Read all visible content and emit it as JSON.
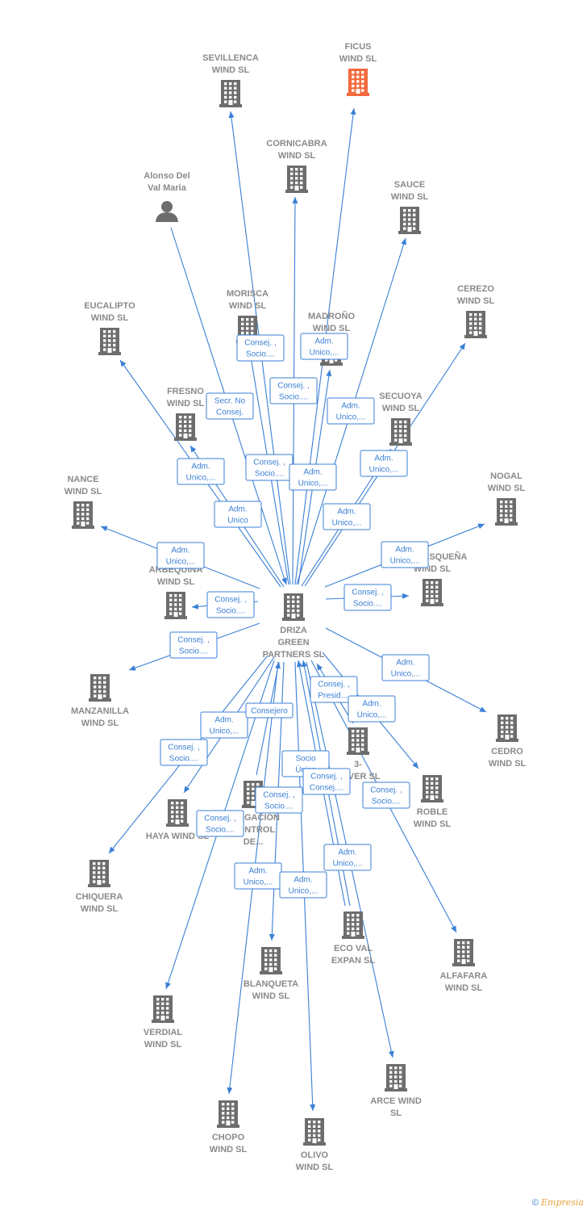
{
  "colors": {
    "edge": "#3a7fd5",
    "node": "#6d6d6d",
    "highlight": "#f26a3d",
    "label": "#8a8a8a"
  },
  "center": {
    "id": "driza",
    "lines": [
      "DRIZA",
      "GREEN",
      "PARTNERS  SL"
    ],
    "icon": "building-icon"
  },
  "nodes": [
    {
      "id": "sevillenca",
      "lines": [
        "SEVILLENCA",
        "WIND  SL"
      ],
      "icon": "building-icon"
    },
    {
      "id": "ficus",
      "lines": [
        "FICUS",
        "WIND  SL"
      ],
      "icon": "building-icon",
      "highlight": true
    },
    {
      "id": "cornicabra",
      "lines": [
        "CORNICABRA",
        "WIND  SL"
      ],
      "icon": "building-icon"
    },
    {
      "id": "alonso",
      "lines": [
        "Alonso Del",
        "Val Maria"
      ],
      "icon": "person-icon"
    },
    {
      "id": "sauce",
      "lines": [
        "SAUCE",
        "WIND  SL"
      ],
      "icon": "building-icon"
    },
    {
      "id": "morisca",
      "lines": [
        "MORISCA",
        "WIND  SL"
      ],
      "icon": "building-icon"
    },
    {
      "id": "madrono",
      "lines": [
        "MADROÑO",
        "WIND  SL"
      ],
      "icon": "building-icon"
    },
    {
      "id": "cerezo",
      "lines": [
        "CEREZO",
        "WIND  SL"
      ],
      "icon": "building-icon"
    },
    {
      "id": "eucalipto",
      "lines": [
        "EUCALIPTO",
        "WIND  SL"
      ],
      "icon": "building-icon"
    },
    {
      "id": "fresno",
      "lines": [
        "FRESNO",
        "WIND  SL"
      ],
      "icon": "building-icon"
    },
    {
      "id": "secuoya",
      "lines": [
        "SECUOYA",
        "WIND  SL"
      ],
      "icon": "building-icon"
    },
    {
      "id": "nance",
      "lines": [
        "NANCE",
        "WIND  SL"
      ],
      "icon": "building-icon"
    },
    {
      "id": "nogal",
      "lines": [
        "NOGAL",
        "WIND  SL"
      ],
      "icon": "building-icon"
    },
    {
      "id": "arbequina",
      "lines": [
        "ARBEQUINA",
        "WIND  SL"
      ],
      "icon": "building-icon"
    },
    {
      "id": "carrasquena",
      "lines": [
        "CARRASQUEÑA",
        "WIND  SL"
      ],
      "icon": "building-icon"
    },
    {
      "id": "manzanilla",
      "lines": [
        "MANZANILLA",
        "WIND  SL"
      ],
      "icon": "building-icon"
    },
    {
      "id": "cedro",
      "lines": [
        "CEDRO",
        "WIND  SL"
      ],
      "icon": "building-icon"
    },
    {
      "id": "enver",
      "lines": [
        "3-",
        "ENVER SL"
      ],
      "icon": "building-icon"
    },
    {
      "id": "roble",
      "lines": [
        "ROBLE",
        "WIND  SL"
      ],
      "icon": "building-icon"
    },
    {
      "id": "haya",
      "lines": [
        "HAYA WIND  SL"
      ],
      "icon": "building-icon"
    },
    {
      "id": "mitigacion",
      "lines": [
        "MITIGACION",
        "CONTROL",
        "DE..."
      ],
      "icon": "building-icon"
    },
    {
      "id": "chiquera",
      "lines": [
        "CHIQUERA",
        "WIND  SL"
      ],
      "icon": "building-icon"
    },
    {
      "id": "ecoval",
      "lines": [
        "ECO VAL",
        "EXPAN  SL"
      ],
      "icon": "building-icon"
    },
    {
      "id": "alfafara",
      "lines": [
        "ALFAFARA",
        "WIND  SL"
      ],
      "icon": "building-icon"
    },
    {
      "id": "blanqueta",
      "lines": [
        "BLANQUETA",
        "WIND  SL"
      ],
      "icon": "building-icon"
    },
    {
      "id": "verdial",
      "lines": [
        "VERDIAL",
        "WIND  SL"
      ],
      "icon": "building-icon"
    },
    {
      "id": "arce",
      "lines": [
        "ARCE WIND",
        "SL"
      ],
      "icon": "building-icon"
    },
    {
      "id": "chopo",
      "lines": [
        "CHOPO",
        "WIND  SL"
      ],
      "icon": "building-icon"
    },
    {
      "id": "olivo",
      "lines": [
        "OLIVO",
        "WIND  SL"
      ],
      "icon": "building-icon"
    }
  ],
  "edges": [
    {
      "to": "sevillenca",
      "lines": [
        "Consej. ,",
        "Socio...."
      ]
    },
    {
      "to": "ficus",
      "lines": [
        "Adm.",
        "Unico,..."
      ]
    },
    {
      "to": "cornicabra",
      "lines": [
        "Consej. ,",
        "Socio...."
      ]
    },
    {
      "to": "alonso",
      "reverse": true,
      "lines": [
        "Secr.  No",
        "Consej."
      ]
    },
    {
      "to": "sauce",
      "lines": [
        "Adm.",
        "Unico,..."
      ]
    },
    {
      "to": "morisca",
      "lines": [
        "Consej. ,",
        "Socio...."
      ]
    },
    {
      "to": "madrono",
      "lines": [
        "Adm.",
        "Unico,..."
      ]
    },
    {
      "to": "cerezo",
      "lines": [
        "Adm.",
        "Unico,..."
      ]
    },
    {
      "to": "eucalipto",
      "lines": [
        "Adm.",
        "Unico,..."
      ]
    },
    {
      "to": "fresno",
      "lines": [
        "Adm.",
        "Unico"
      ]
    },
    {
      "to": "secuoya",
      "lines": [
        "Adm.",
        "Unico,..."
      ]
    },
    {
      "to": "nance",
      "lines": [
        "Adm.",
        "Unico,..."
      ]
    },
    {
      "to": "nogal",
      "lines": [
        "Adm.",
        "Unico,..."
      ]
    },
    {
      "to": "arbequina",
      "lines": [
        "Consej. ,",
        "Socio...."
      ]
    },
    {
      "to": "carrasquena",
      "lines": [
        "Consej. ,",
        "Socio...."
      ]
    },
    {
      "to": "manzanilla",
      "lines": [
        "Consej. ,",
        "Socio...."
      ]
    },
    {
      "to": "cedro",
      "lines": [
        "Adm.",
        "Unico,..."
      ]
    },
    {
      "to": "enver",
      "reverse": true,
      "lines": [
        "Consej. ,",
        "Presid...."
      ]
    },
    {
      "to": "roble",
      "lines": [
        "Adm.",
        "Unico,..."
      ]
    },
    {
      "to": "haya",
      "lines": [
        "Adm.",
        "Unico,..."
      ]
    },
    {
      "to": "mitigacion",
      "reverse": true,
      "lines": [
        "Consejero"
      ]
    },
    {
      "to": "chiquera",
      "lines": [
        "Consej. ,",
        "Socio...."
      ]
    },
    {
      "to": "ecoval",
      "reverse": true,
      "lines": [
        "Socio",
        "Único"
      ]
    },
    {
      "to": "ecoval",
      "reverse": true,
      "lines": [
        "Consej. ,",
        "Consej...."
      ]
    },
    {
      "to": "alfafara",
      "lines": [
        "Consej. ,",
        "Socio...."
      ]
    },
    {
      "to": "blanqueta",
      "lines": [
        "Consej. ,",
        "Socio...."
      ]
    },
    {
      "to": "verdial",
      "lines": [
        "Consej. ,",
        "Socio...."
      ]
    },
    {
      "to": "arce",
      "lines": [
        "Adm.",
        "Unico,..."
      ]
    },
    {
      "to": "chopo",
      "lines": [
        "Adm.",
        "Unico,..."
      ]
    },
    {
      "to": "olivo",
      "lines": [
        "Adm.",
        "Unico,..."
      ]
    }
  ],
  "footer": {
    "copyright": "©",
    "brand": "Empresia"
  }
}
